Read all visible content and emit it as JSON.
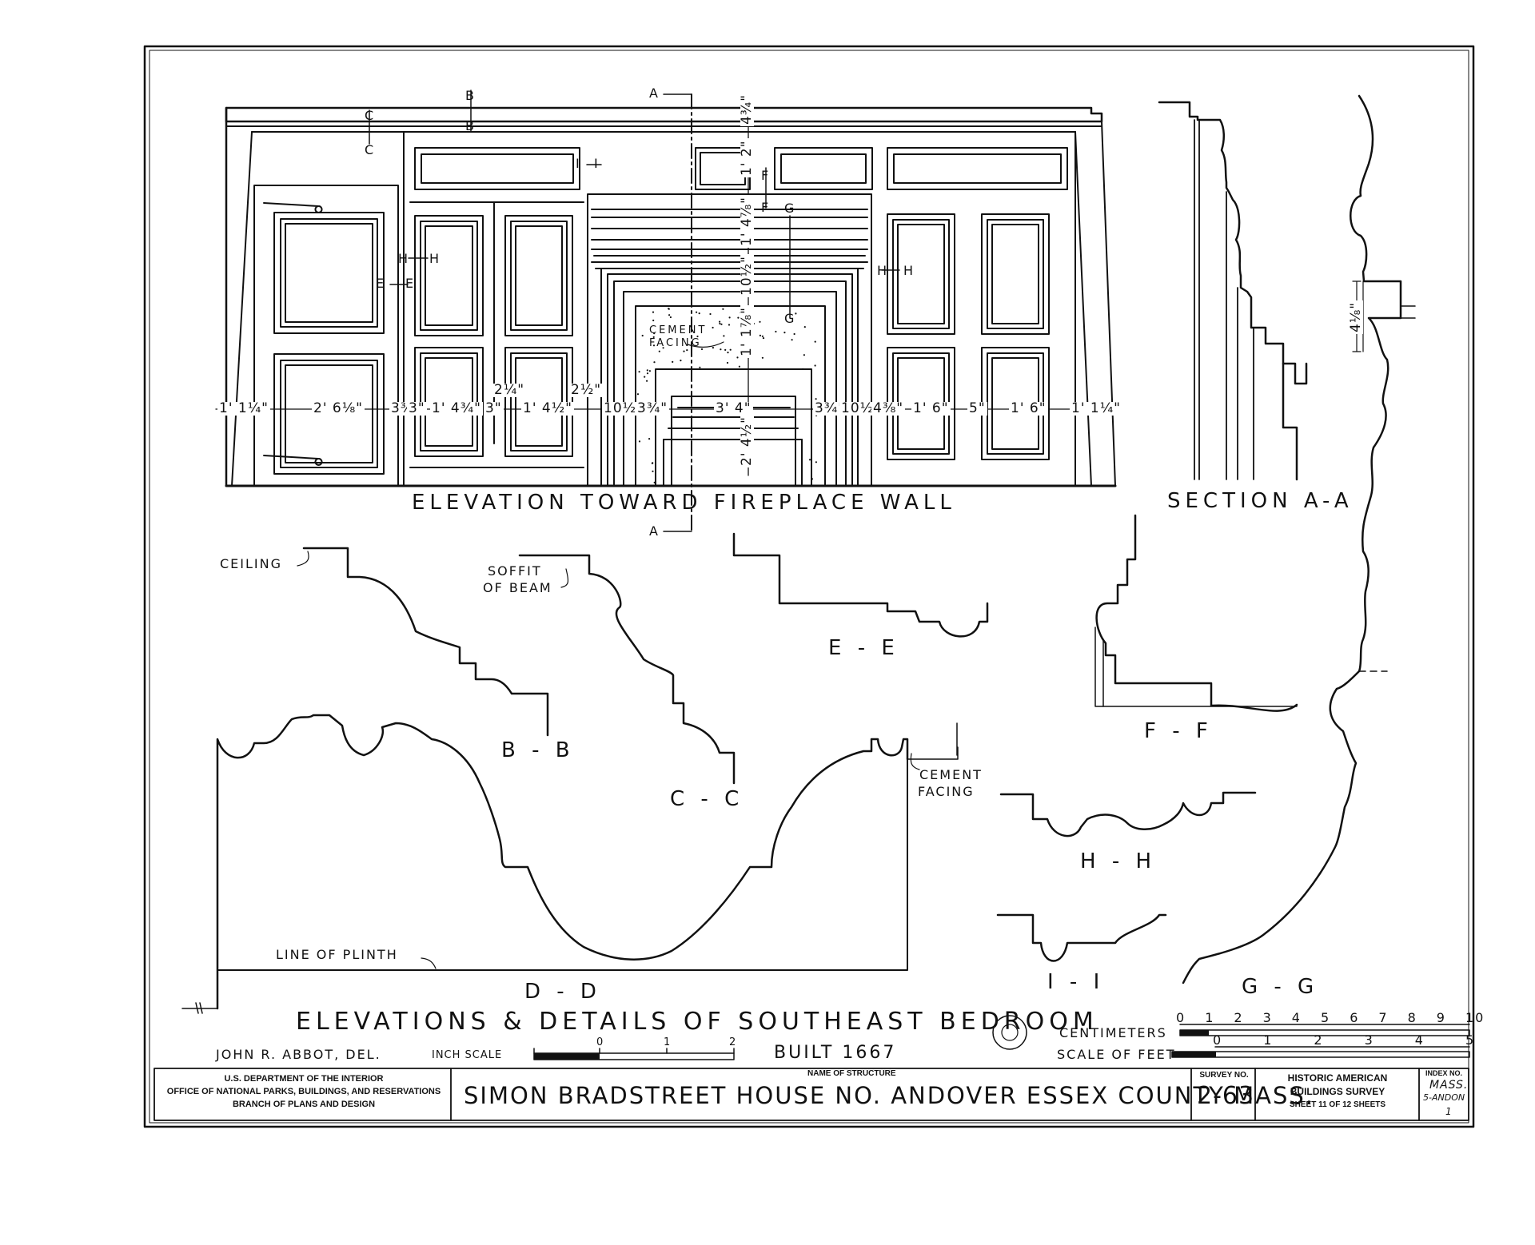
{
  "elevation": {
    "title": "ELEVATION TOWARD FIREPLACE WALL",
    "cement_facing": "CEMENT FACING",
    "dimensions": [
      "1' 1¼\"",
      "2' 6⅛\"",
      "3⅜\"",
      "3\"",
      "1' 4¾\"",
      "3\"",
      "2¼\"",
      "1' 4½\"",
      "2½\"",
      "10½\"",
      "3¾\"",
      "3' 4\"",
      "3¾\"",
      "10½\"",
      "4⅜\"",
      "1' 6\"",
      "5\"",
      "1' 6\"",
      "1' 1¼\""
    ],
    "vertical_dimensions": [
      "4¾\"",
      "1' 2\"",
      "1' 4⅞\"",
      "10½\"",
      "1' 1⅞\"",
      "2' 4½\""
    ],
    "section_markers": [
      "A",
      "A",
      "B",
      "B",
      "C",
      "C",
      "E",
      "E",
      "F",
      "F",
      "G",
      "G",
      "H",
      "H",
      "H",
      "H",
      "I",
      "I"
    ]
  },
  "sections": {
    "aa": "SECTION A-A",
    "bb": "B - B",
    "cc": "C - C",
    "dd": "D - D",
    "ee": "E - E",
    "ff": "F - F",
    "gg": "G - G",
    "hh": "H - H",
    "ii": "I - I",
    "gg_dim": "4⅛\""
  },
  "notes": {
    "ceiling": "CEILING",
    "soffit_1": "SOFFIT",
    "soffit_2": "OF BEAM",
    "cement_facing_1": "CEMENT",
    "cement_facing_2": "FACING",
    "line_of_plinth": "LINE OF PLINTH"
  },
  "sheet": {
    "title": "ELEVATIONS & DETAILS OF SOUTHEAST BEDROOM",
    "delineator": "JOHN R. ABBOT, DEL.",
    "inch_scale_label": "INCH SCALE",
    "inch_scale_ticks": [
      "0",
      "1",
      "2"
    ],
    "built": "BUILT 1667",
    "centimeters_label": "CENTIMETERS",
    "cm_ticks": [
      "0",
      "1",
      "2",
      "3",
      "4",
      "5",
      "6",
      "7",
      "8",
      "9",
      "10"
    ],
    "feet_label": "SCALE OF FEET",
    "feet_ticks": [
      "0",
      "1",
      "2",
      "3",
      "4",
      "5"
    ]
  },
  "title_block": {
    "dept_1": "U.S. DEPARTMENT OF THE INTERIOR",
    "dept_2": "OFFICE OF NATIONAL PARKS, BUILDINGS, AND RESERVATIONS",
    "dept_3": "BRANCH OF PLANS AND DESIGN",
    "name_label": "NAME OF STRUCTURE",
    "structure_name": "SIMON BRADSTREET HOUSE NO. ANDOVER ESSEX COUNTY MASS.",
    "survey_label": "SURVEY NO.",
    "survey_no": "2-63",
    "habs_1": "HISTORIC AMERICAN",
    "habs_2": "BUILDINGS SURVEY",
    "sheet_of": "SHEET 11 OF 12 SHEETS",
    "index_label": "INDEX NO.",
    "index_1": "MASS.",
    "index_2": "5-ANDON",
    "index_3": "1"
  }
}
